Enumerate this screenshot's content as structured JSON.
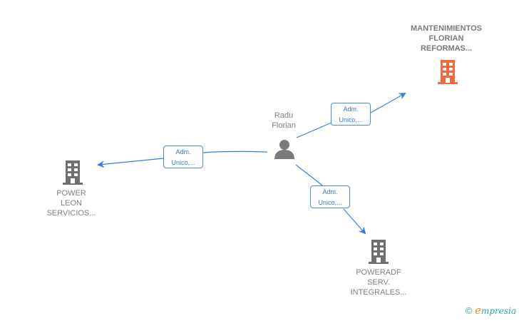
{
  "person": {
    "name_lines": [
      "Radu",
      "Florian"
    ],
    "icon": "person-icon"
  },
  "companies": [
    {
      "id": "mantenimientos",
      "name_lines": [
        "MANTENIMIENTOS",
        "FLORIAN",
        "REFORMAS..."
      ],
      "icon": "building-icon",
      "color": "#f26a3d",
      "highlight": true
    },
    {
      "id": "power-leon",
      "name_lines": [
        "POWER",
        "LEON",
        "SERVICIOS..."
      ],
      "icon": "building-icon",
      "color": "#707070",
      "highlight": false
    },
    {
      "id": "poweradf",
      "name_lines": [
        "POWERADF",
        "SERV.",
        "INTEGRALES..."
      ],
      "icon": "building-icon",
      "color": "#707070",
      "highlight": false
    }
  ],
  "relations": [
    {
      "to": "mantenimientos",
      "label_lines": [
        "Adm.",
        "Unico,..."
      ]
    },
    {
      "to": "power-leon",
      "label_lines": [
        "Adm.",
        "Unico,..."
      ]
    },
    {
      "to": "poweradf",
      "label_lines": [
        "Adm.",
        "Unico,..."
      ]
    }
  ],
  "colors": {
    "edge": "#3a7fd5",
    "relation_text": "#3a78c8"
  },
  "footer": {
    "copyright": "©",
    "brand_initial": "e",
    "brand_rest": "mpresia"
  }
}
